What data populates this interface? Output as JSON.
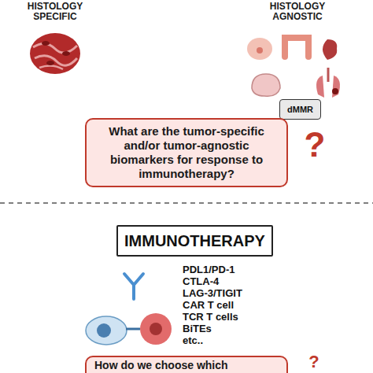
{
  "diagram": {
    "nodes": [
      {
        "text": [
          "dMMR"
        ]
      },
      {
        "text": [
          "What are the tumor-specific and/or tumor-agnostic biomarkers for response to immunotherapy?"
        ]
      },
      {
        "text": [
          "IMMUNOTHERAPY"
        ]
      },
      {
        "text": [
          "How do we choose which"
        ]
      }
    ],
    "labels": [
      "HISTOLOGY SPECIFIC",
      "HISTOLOGY AGNOSTIC",
      "?",
      "PDL1/PD-1",
      "CTLA-4",
      "LAG-3/TIGIT",
      "CAR T cell",
      "TCR T cells",
      "BiTEs",
      "etc..",
      "?"
    ]
  }
}
